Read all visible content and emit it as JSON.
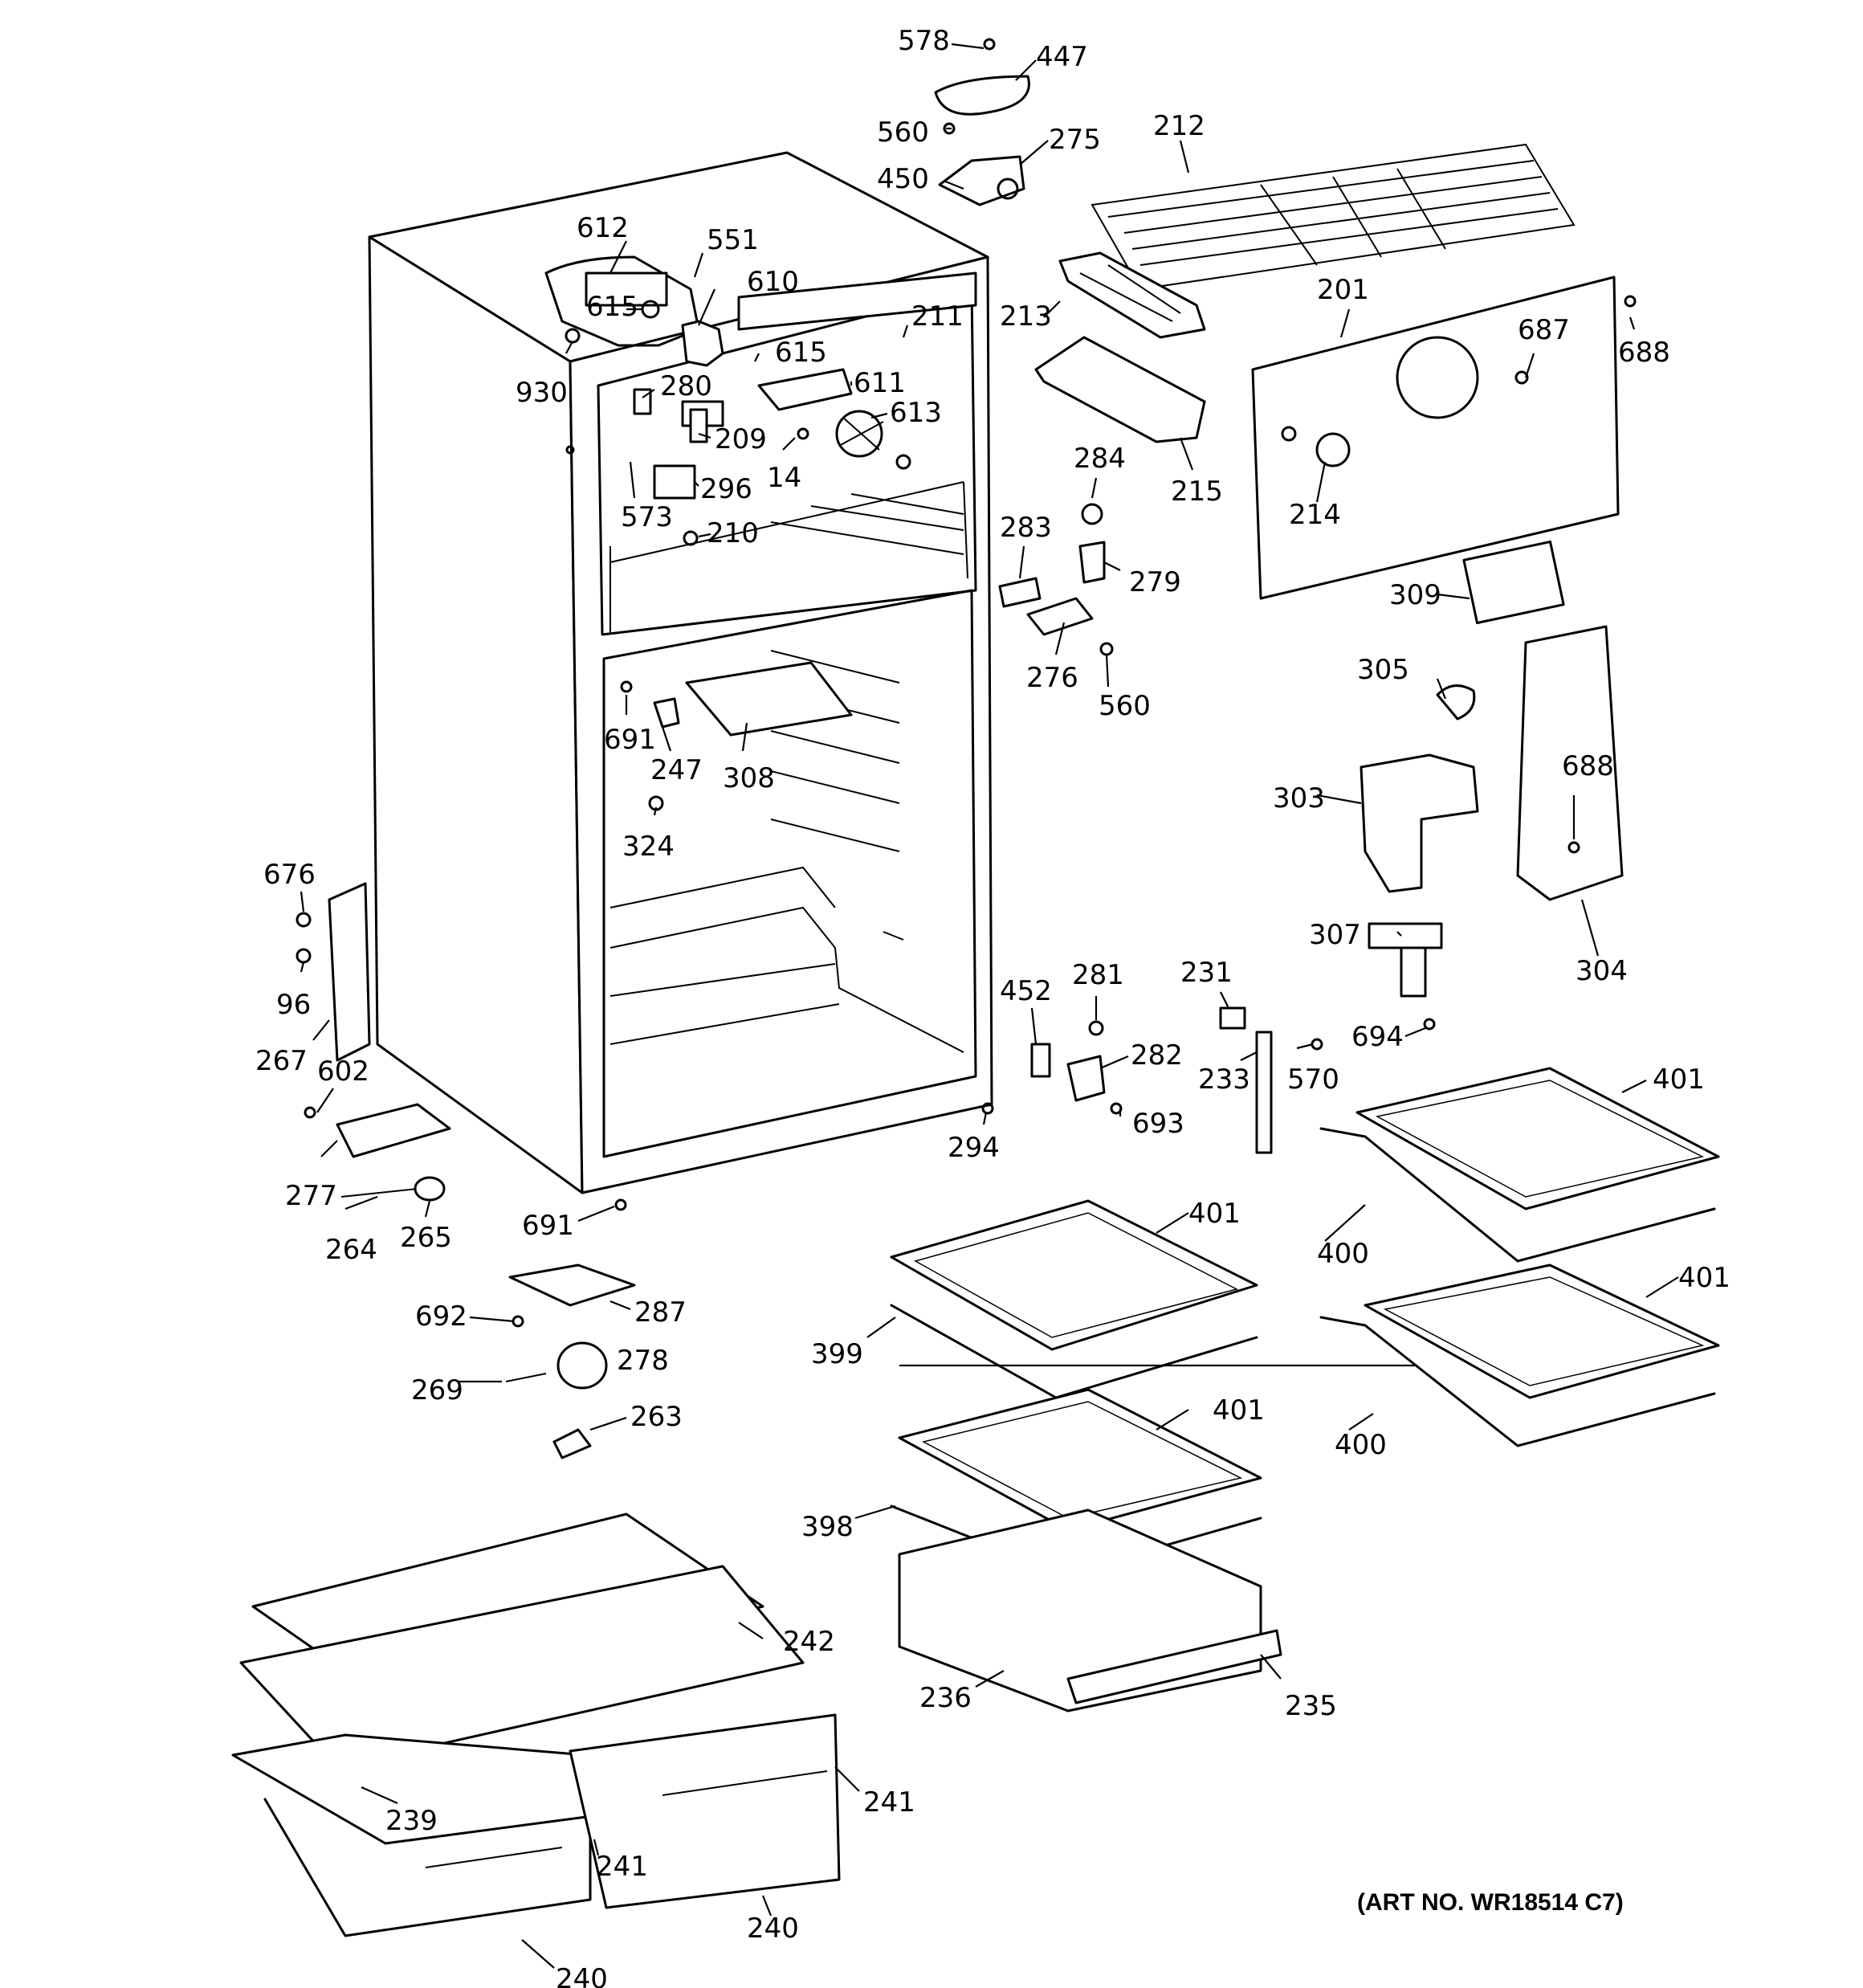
{
  "art_number": "(ART NO. WR18514 C7)",
  "callouts": [
    {
      "id": "c1",
      "label": "578"
    },
    {
      "id": "c2",
      "label": "447"
    },
    {
      "id": "c3",
      "label": "560"
    },
    {
      "id": "c4",
      "label": "275"
    },
    {
      "id": "c5",
      "label": "450"
    },
    {
      "id": "c6",
      "label": "212"
    },
    {
      "id": "c7",
      "label": "612"
    },
    {
      "id": "c8",
      "label": "551"
    },
    {
      "id": "c9",
      "label": "610"
    },
    {
      "id": "c10",
      "label": "615"
    },
    {
      "id": "c11",
      "label": "211"
    },
    {
      "id": "c12",
      "label": "213"
    },
    {
      "id": "c13",
      "label": "201"
    },
    {
      "id": "c14",
      "label": "687"
    },
    {
      "id": "c15",
      "label": "688"
    },
    {
      "id": "c16",
      "label": "930"
    },
    {
      "id": "c17",
      "label": "280"
    },
    {
      "id": "c18",
      "label": "615"
    },
    {
      "id": "c19",
      "label": "611"
    },
    {
      "id": "c20",
      "label": "613"
    },
    {
      "id": "c21",
      "label": "209"
    },
    {
      "id": "c22",
      "label": "14"
    },
    {
      "id": "c23",
      "label": "296"
    },
    {
      "id": "c24",
      "label": "573"
    },
    {
      "id": "c25",
      "label": "210"
    },
    {
      "id": "c26",
      "label": "215"
    },
    {
      "id": "c27",
      "label": "284"
    },
    {
      "id": "c28",
      "label": "214"
    },
    {
      "id": "c29",
      "label": "283"
    },
    {
      "id": "c30",
      "label": "279"
    },
    {
      "id": "c31",
      "label": "309"
    },
    {
      "id": "c32",
      "label": "276"
    },
    {
      "id": "c33",
      "label": "560"
    },
    {
      "id": "c34",
      "label": "305"
    },
    {
      "id": "c35",
      "label": "691"
    },
    {
      "id": "c36",
      "label": "247"
    },
    {
      "id": "c37",
      "label": "308"
    },
    {
      "id": "c38",
      "label": "303"
    },
    {
      "id": "c39",
      "label": "688"
    },
    {
      "id": "c40",
      "label": "324"
    },
    {
      "id": "c41",
      "label": "676"
    },
    {
      "id": "c42",
      "label": "96"
    },
    {
      "id": "c43",
      "label": "267"
    },
    {
      "id": "c44",
      "label": "602"
    },
    {
      "id": "c45",
      "label": "452"
    },
    {
      "id": "c46",
      "label": "281"
    },
    {
      "id": "c47",
      "label": "231"
    },
    {
      "id": "c48",
      "label": "307"
    },
    {
      "id": "c49",
      "label": "304"
    },
    {
      "id": "c50",
      "label": "694"
    },
    {
      "id": "c51",
      "label": "282"
    },
    {
      "id": "c52",
      "label": "233"
    },
    {
      "id": "c53",
      "label": "570"
    },
    {
      "id": "c54",
      "label": "401"
    },
    {
      "id": "c55",
      "label": "693"
    },
    {
      "id": "c56",
      "label": "294"
    },
    {
      "id": "c57",
      "label": "277"
    },
    {
      "id": "c58",
      "label": "264"
    },
    {
      "id": "c59",
      "label": "265"
    },
    {
      "id": "c60",
      "label": "691"
    },
    {
      "id": "c61",
      "label": "401"
    },
    {
      "id": "c62",
      "label": "400"
    },
    {
      "id": "c63",
      "label": "401"
    },
    {
      "id": "c64",
      "label": "692"
    },
    {
      "id": "c65",
      "label": "287"
    },
    {
      "id": "c66",
      "label": "399"
    },
    {
      "id": "c67",
      "label": "278"
    },
    {
      "id": "c68",
      "label": "269"
    },
    {
      "id": "c69",
      "label": "263"
    },
    {
      "id": "c70",
      "label": "401"
    },
    {
      "id": "c71",
      "label": "400"
    },
    {
      "id": "c72",
      "label": "398"
    },
    {
      "id": "c73",
      "label": "242"
    },
    {
      "id": "c74",
      "label": "236"
    },
    {
      "id": "c75",
      "label": "235"
    },
    {
      "id": "c76",
      "label": "241"
    },
    {
      "id": "c77",
      "label": "239"
    },
    {
      "id": "c78",
      "label": "241"
    },
    {
      "id": "c79",
      "label": "240"
    },
    {
      "id": "c80",
      "label": "240"
    }
  ]
}
